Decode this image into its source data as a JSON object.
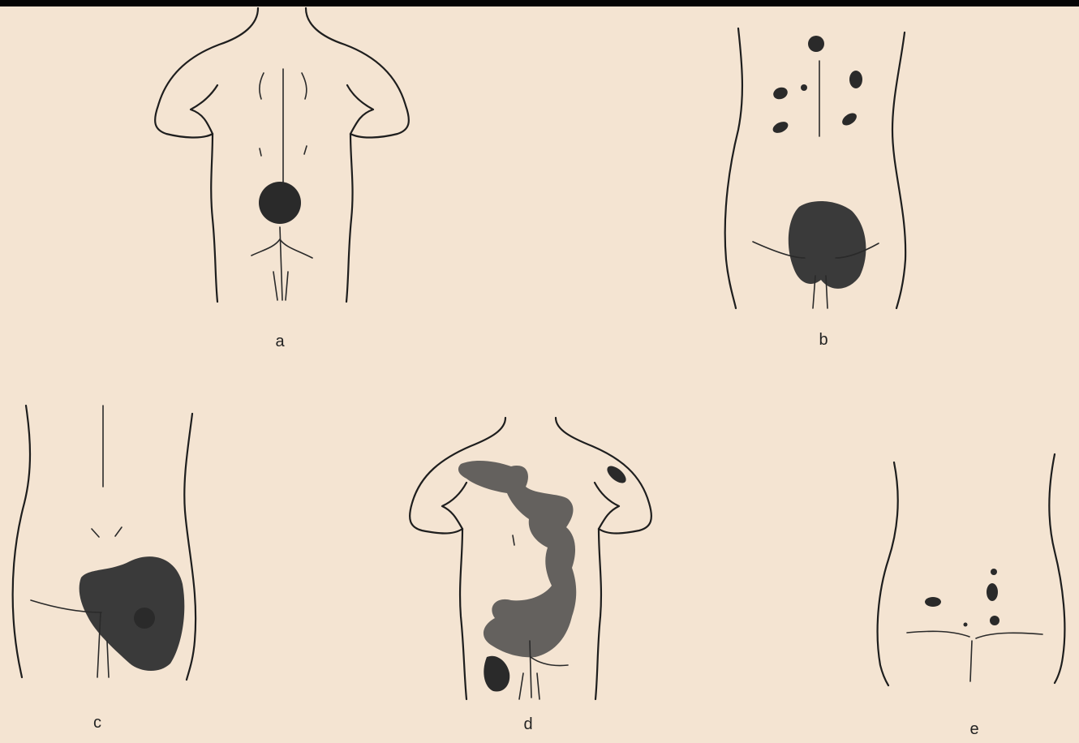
{
  "panels": [
    {
      "id": "a",
      "label": "a"
    },
    {
      "id": "b",
      "label": "b"
    },
    {
      "id": "c",
      "label": "c"
    },
    {
      "id": "d",
      "label": "d"
    },
    {
      "id": "e",
      "label": "e"
    }
  ],
  "colors": {
    "background": "#f4e4d2",
    "ink": "#1e1e1e",
    "lesion": "#2a2a2a",
    "top_bar": "#050505"
  }
}
